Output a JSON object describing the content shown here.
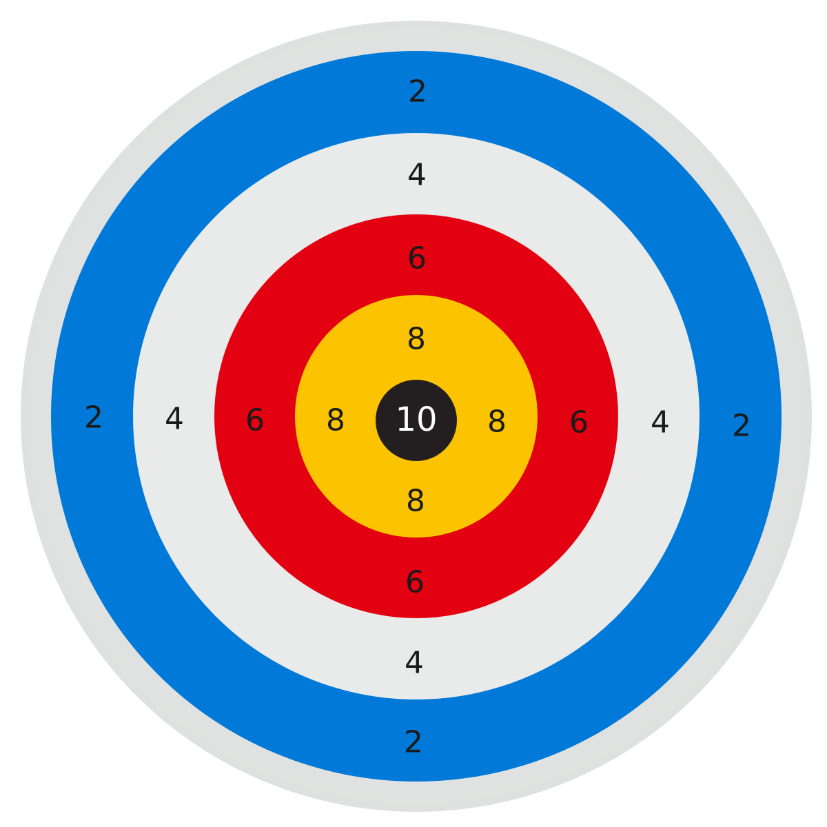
{
  "target": {
    "rings": [
      {
        "name": "outer-white",
        "color": "#e9ebea"
      },
      {
        "name": "blue",
        "color": "#0079d8",
        "score": "2"
      },
      {
        "name": "white",
        "color": "#e9ebea",
        "score": "4"
      },
      {
        "name": "red",
        "color": "#e30010",
        "score": "6"
      },
      {
        "name": "yellow",
        "color": "#fcc400",
        "score": "8"
      },
      {
        "name": "black",
        "color": "#231f20",
        "score": "10"
      }
    ],
    "labels": {
      "blue": {
        "top": "2",
        "left": "2",
        "right": "2",
        "bottom": "2"
      },
      "white": {
        "top": "4",
        "left": "4",
        "right": "4",
        "bottom": "4"
      },
      "red": {
        "top": "6",
        "left": "6",
        "right": "6",
        "bottom": "6"
      },
      "yellow": {
        "top": "8",
        "left": "8",
        "right": "8",
        "bottom": "8"
      },
      "center": "10"
    },
    "label_color": "#1a1a1a",
    "center_label_color": "#ffffff"
  }
}
